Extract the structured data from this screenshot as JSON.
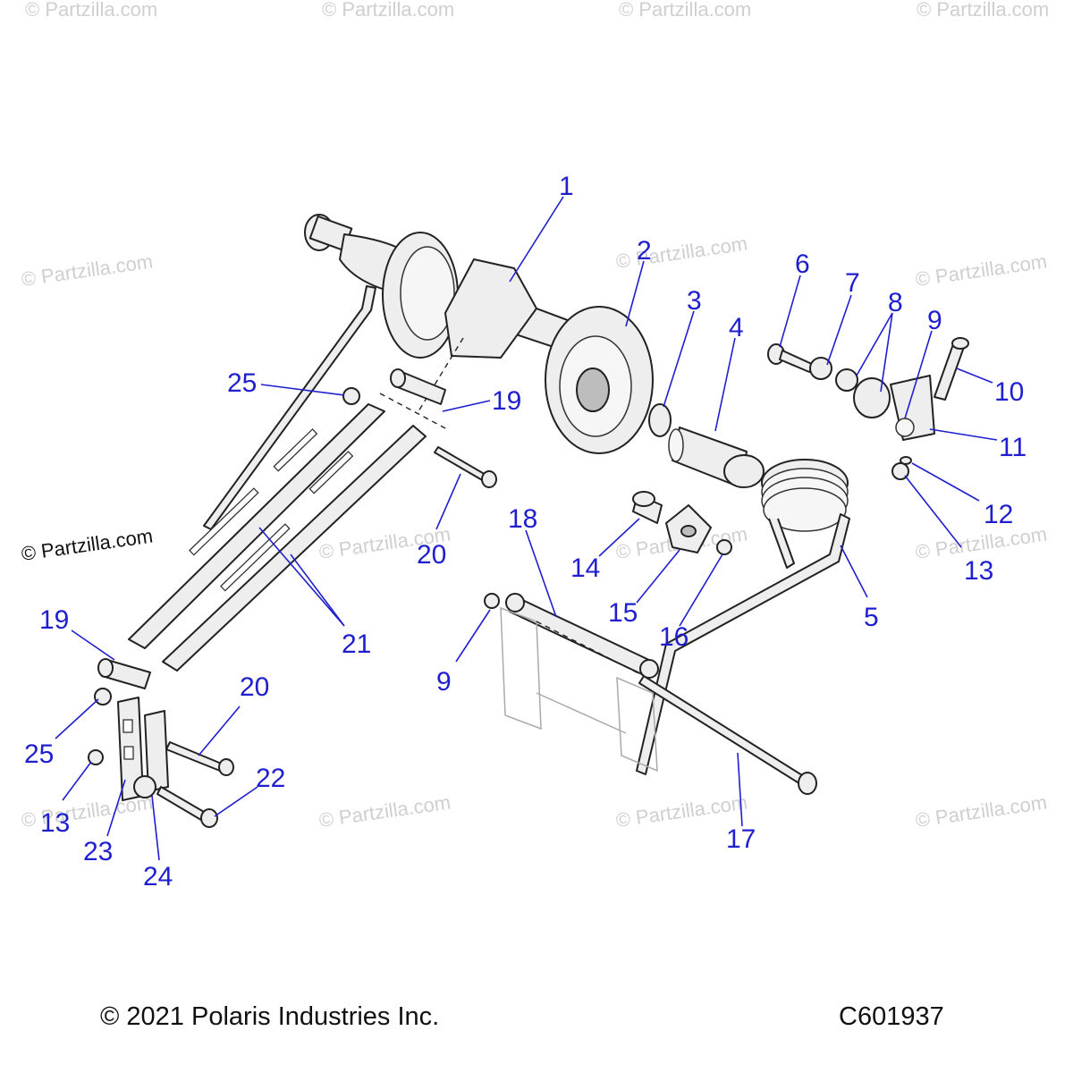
{
  "watermark_text": "© Partzilla.com",
  "credit_text": "© Partzilla.com",
  "footer": {
    "copyright": "© 2021 Polaris Industries Inc.",
    "diagram_code": "C601937"
  },
  "callouts": [
    "1",
    "2",
    "3",
    "4",
    "5",
    "6",
    "7",
    "8",
    "9",
    "10",
    "11",
    "12",
    "13",
    "14",
    "15",
    "16",
    "17",
    "18",
    "19",
    "20",
    "21",
    "22",
    "23",
    "24",
    "25",
    "19",
    "20",
    "25",
    "13",
    "9"
  ],
  "colors": {
    "callout": "#1f1fd0",
    "line": "#222222",
    "watermark": "#cfcfcf"
  }
}
